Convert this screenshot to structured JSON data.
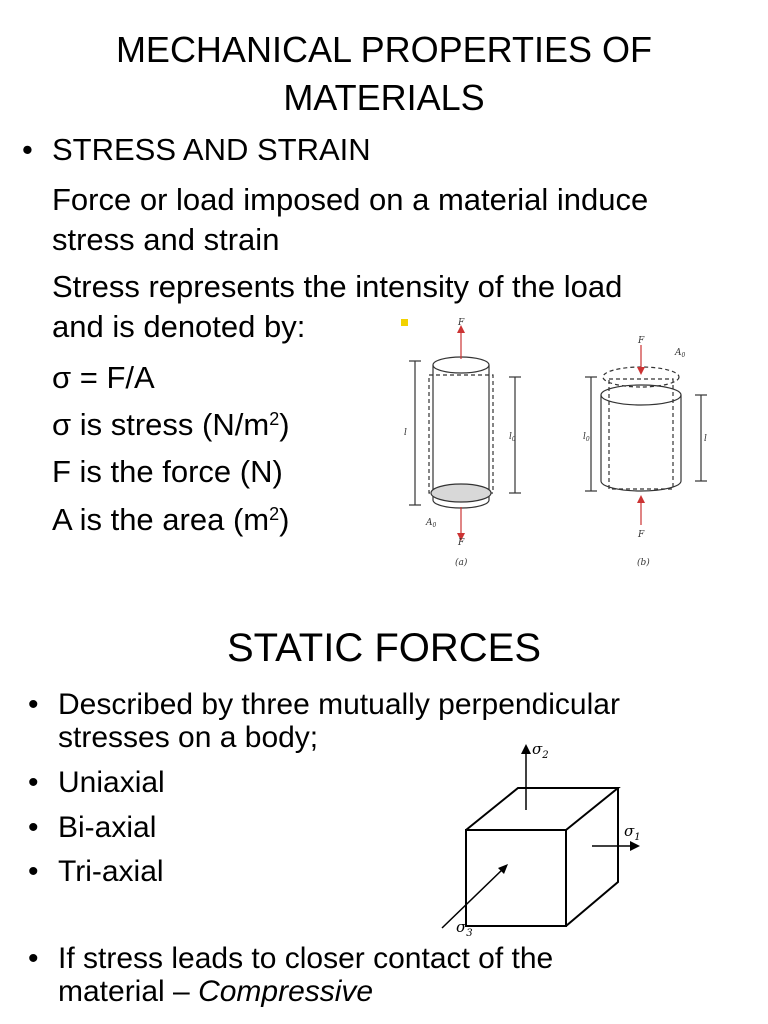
{
  "slide1": {
    "title_line1": "MECHANICAL PROPERTIES OF",
    "title_line2": "MATERIALS",
    "bullet": "•",
    "heading": "STRESS AND STRAIN",
    "line1": "Force or load imposed on a material induce",
    "line2": "stress and strain",
    "line3": "Stress represents the intensity of the load",
    "line4": "and is denoted by:",
    "formula": "σ = F/A",
    "sigma_def_pre": "σ is stress (N/m",
    "sigma_def_sup": "2",
    "sigma_def_post": ")",
    "force_def": "F is the force (N)",
    "area_def_pre": "A is the area (m",
    "area_def_sup": "2",
    "area_def_post": ")",
    "figure": {
      "force_label": "F",
      "area_label": "A",
      "area_sub": "0",
      "length_label": "l",
      "length0_label": "l",
      "length0_sub": "0",
      "caption_a": "(a)",
      "caption_b": "(b)"
    }
  },
  "slide2": {
    "title": "STATIC FORCES",
    "bullet": "•",
    "item1_line1": "Described by three mutually perpendicular",
    "item1_line2": "stresses on a body;",
    "item2": "Uniaxial",
    "item3": "Bi-axial",
    "item4": "Tri-axial",
    "item5_line1": "If stress leads to closer contact of the",
    "item5_line2_pre": "material – ",
    "item5_line2_italic": "Compressive",
    "cube": {
      "sigma_symbol": "σ",
      "sub1": "1",
      "sub2": "2",
      "sub3": "3"
    }
  }
}
